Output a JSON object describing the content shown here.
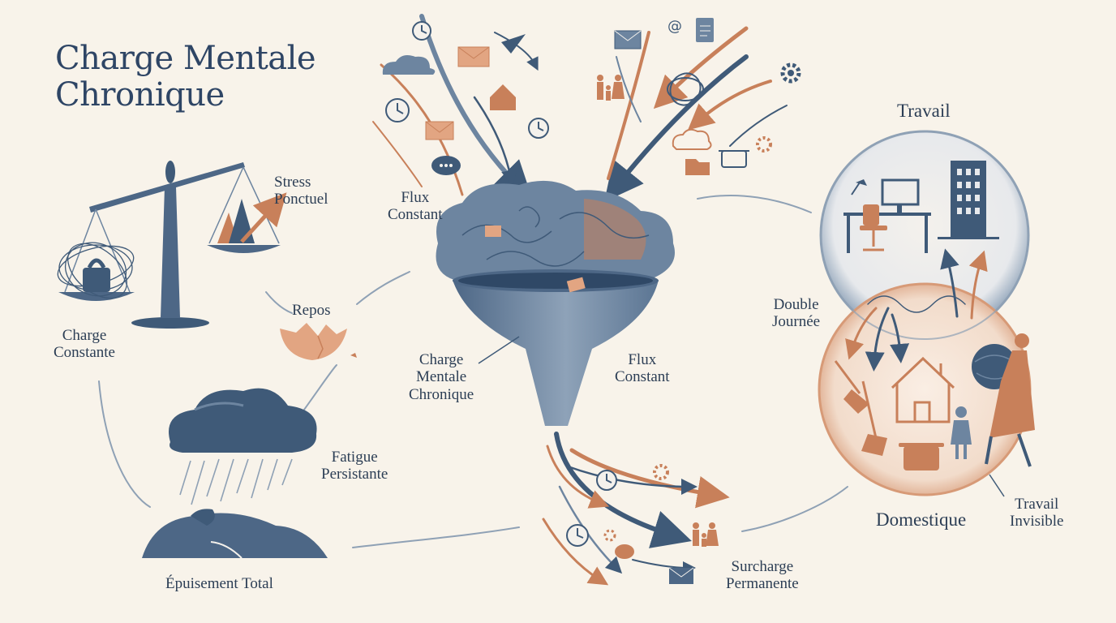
{
  "title": "Charge Mentale\nChronique",
  "labels": {
    "stress_ponctuel": "Stress\nPonctuel",
    "charge_constante": "Charge\nConstante",
    "repos": "Repos",
    "fatigue_persistante": "Fatigue\nPersistante",
    "epuisement_total": "Épuisement Total",
    "flux_constant_top": "Flux\nConstant",
    "charge_mentale_chronique": "Charge\nMentale\nChronique",
    "flux_constant_right": "Flux\nConstant",
    "surcharge_permanente": "Surcharge\nPermanente",
    "travail": "Travail",
    "double_journee": "Double\nJournée",
    "domestique": "Domestique",
    "travail_invisible": "Travail\nInvisible"
  },
  "colors": {
    "navy": "#3f5a78",
    "slate": "#6d85a0",
    "terracotta": "#c8805a",
    "peach": "#e2a582",
    "background": "#f8f3ea"
  }
}
